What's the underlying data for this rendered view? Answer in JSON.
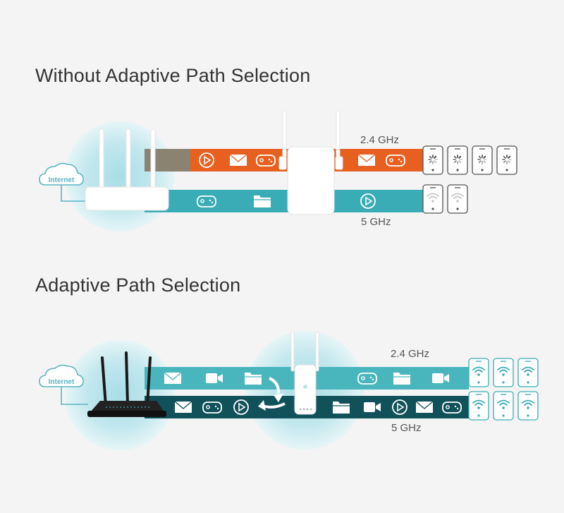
{
  "sections": [
    {
      "title": "Without Adaptive Path Selection",
      "cloud_label": "Internet",
      "band_24_label": "2.4 GHz",
      "band_5_label": "5 GHz",
      "band_24_icons": [
        "play-icon",
        "mail-icon",
        "gamepad-icon",
        "mail-icon",
        "gamepad-icon"
      ],
      "band_5_icons": [
        "gamepad-icon",
        "folder-icon",
        "play-icon"
      ],
      "device_rows": [
        {
          "state": "loading",
          "count": 4
        },
        {
          "state": "weak-wifi",
          "count": 2
        }
      ],
      "colors": {
        "band_24": "#e8601f",
        "band_5": "#3aacb5",
        "uplink": "#8a8372"
      }
    },
    {
      "title": "Adaptive Path Selection",
      "cloud_label": "Internet",
      "band_24_label": "2.4 GHz",
      "band_5_label": "5 GHz",
      "band_24_icons": [
        "mail-icon",
        "camera-icon",
        "folder-icon",
        "gamepad-icon",
        "folder-icon",
        "camera-icon"
      ],
      "band_5_icons": [
        "mail-icon",
        "gamepad-icon",
        "play-icon",
        "folder-icon",
        "camera-icon",
        "play-icon",
        "mail-icon",
        "gamepad-icon"
      ],
      "device_rows": [
        {
          "state": "wifi",
          "count": 3
        },
        {
          "state": "wifi",
          "count": 3
        }
      ],
      "colors": {
        "band_24": "#49b6bd",
        "band_5": "#11515a"
      }
    }
  ]
}
